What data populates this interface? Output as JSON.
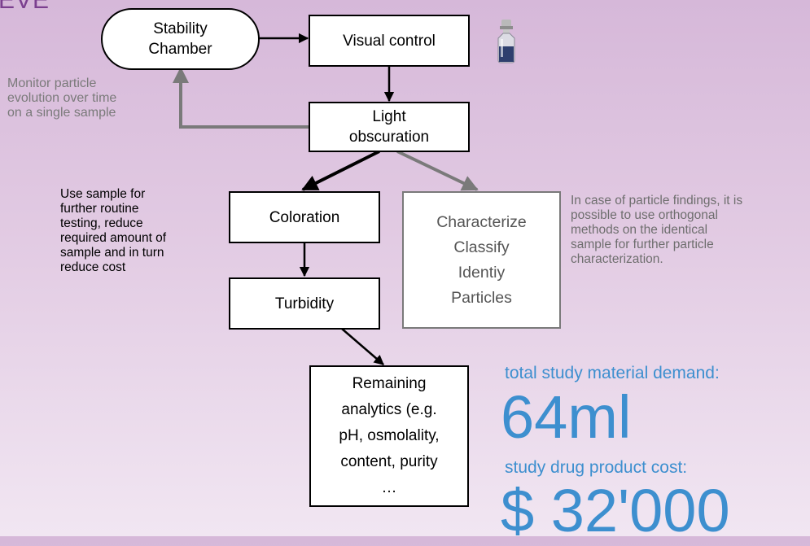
{
  "header_fragment": "EVE",
  "nodes": {
    "stability_chamber": [
      "Stability",
      "Chamber"
    ],
    "visual_control": [
      "Visual control"
    ],
    "light_obscuration": [
      "Light",
      "obscuration"
    ],
    "coloration": [
      "Coloration"
    ],
    "turbidity": [
      "Turbidity"
    ],
    "characterize": [
      "Characterize",
      "Classify",
      "Identiy",
      "Particles"
    ],
    "remaining": [
      "Remaining",
      "analytics (e.g.",
      "pH, osmolality,",
      "content, purity",
      "…"
    ]
  },
  "notes": {
    "monitor": [
      "Monitor particle",
      "evolution over time",
      "on a single sample"
    ],
    "use_sample": [
      "Use sample for",
      "further routine",
      "testing, reduce",
      "required amount of",
      "sample and in turn",
      "reduce cost"
    ],
    "particle_findings": [
      "In case of particle findings, it is",
      "possible to use orthogonal",
      "methods on the identical",
      "sample for further particle",
      "characterization."
    ]
  },
  "summary": {
    "material_label": "total study material demand:",
    "material_value": "64ml",
    "cost_label": "study drug product cost:",
    "cost_value": "$ 32'000"
  },
  "colors": {
    "accent_blue": "#3d8fcf",
    "gray_arrow": "#7a7a7a",
    "header_purple": "#7b3f8f"
  },
  "icons": {
    "vial": "vial-icon"
  }
}
